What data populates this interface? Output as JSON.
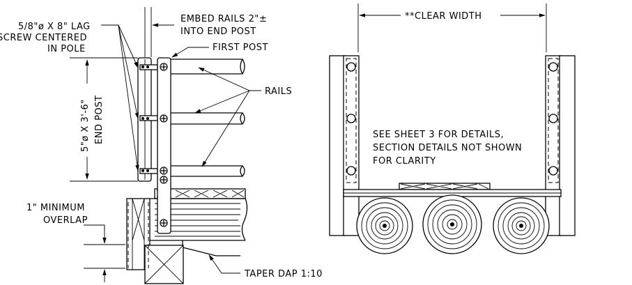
{
  "left_view": {
    "lag_screw_note": [
      "5/8\"ø X 8\" LAG",
      "SCREW CENTERED",
      "IN POLE"
    ],
    "embed_note": [
      "EMBED RAILS 2\"±",
      "INTO END POST"
    ],
    "first_post_label": "FIRST POST",
    "rails_label": "RAILS",
    "end_post_dim": [
      "5\"ø X 3'-6\"",
      "END POST"
    ],
    "overlap_note": [
      "1\" MINIMUM",
      "OVERLAP"
    ],
    "taper_note": "TAPER DAP 1:10"
  },
  "right_view": {
    "clear_width_label": "**CLEAR WIDTH",
    "details_note": [
      "SEE SHEET 3 FOR DETAILS,",
      "SECTION DETAILS NOT SHOWN",
      "FOR CLARITY"
    ]
  }
}
